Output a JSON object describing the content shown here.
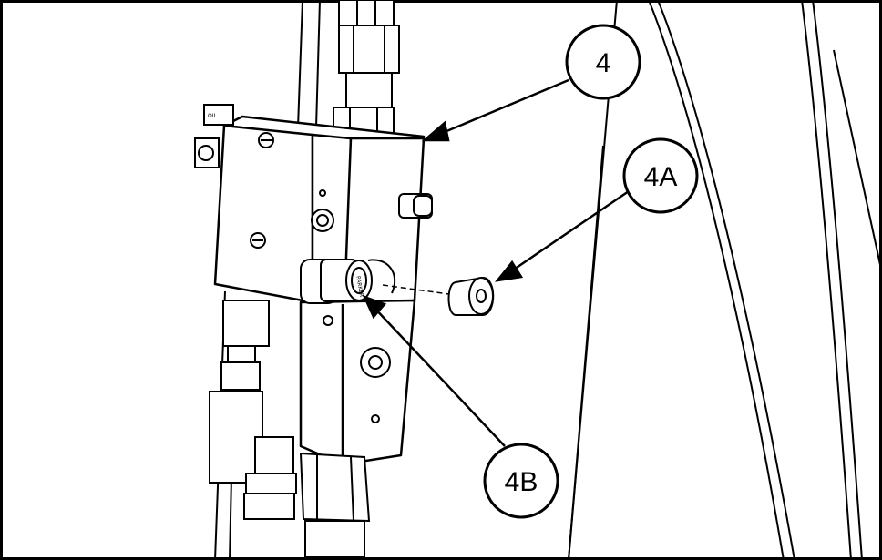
{
  "callouts": {
    "main": {
      "label": "4"
    },
    "cap": {
      "label": "4A"
    },
    "coupler": {
      "label": "4B"
    }
  },
  "tiny": {
    "bracket": "OIL",
    "coupler_face": "PARKER"
  },
  "colors": {
    "line": "#000000",
    "background": "#ffffff",
    "shade": "#e8e8e8"
  }
}
